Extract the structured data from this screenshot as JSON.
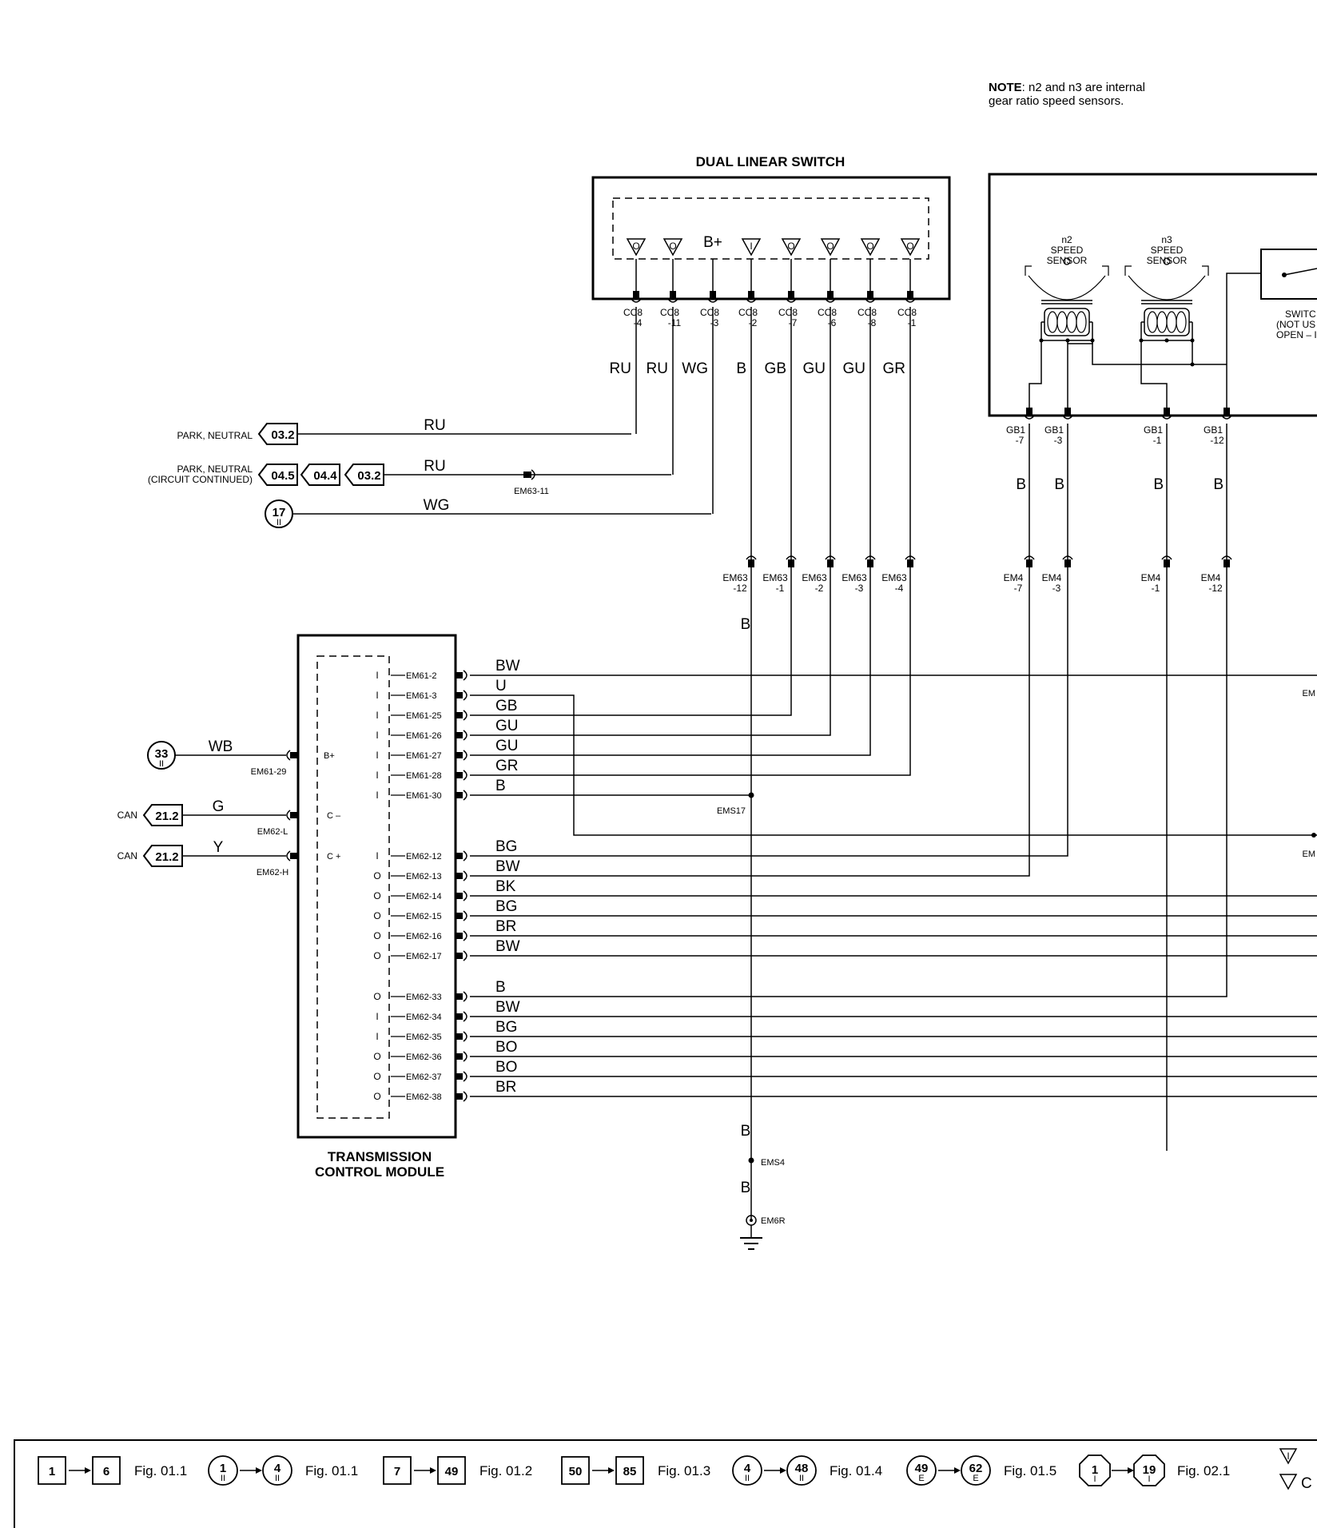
{
  "note": {
    "bold": "NOTE",
    "line1": ": n2 and n3 are internal",
    "line2": "gear ratio speed sensors."
  },
  "switch": {
    "title": "DUAL LINEAR SWITCH",
    "b_plus": "B+",
    "pin_symbols": [
      "O",
      "O",
      "B+",
      "I",
      "O",
      "O",
      "O",
      "O"
    ],
    "connectors": [
      {
        "a": "CC8",
        "b": "-4",
        "wire": "RU"
      },
      {
        "a": "CC8",
        "b": "-11",
        "wire": "RU"
      },
      {
        "a": "CC8",
        "b": "-3",
        "wire": "WG"
      },
      {
        "a": "CC8",
        "b": "-2",
        "wire": "B"
      },
      {
        "a": "CC8",
        "b": "-7",
        "wire": "GB"
      },
      {
        "a": "CC8",
        "b": "-6",
        "wire": "GU"
      },
      {
        "a": "CC8",
        "b": "-8",
        "wire": "GU"
      },
      {
        "a": "CC8",
        "b": "-1",
        "wire": "GR"
      }
    ]
  },
  "speed_sensors": {
    "n2": {
      "name": "n2",
      "l1": "SPEED",
      "l2": "SENSOR"
    },
    "n3": {
      "name": "n3",
      "l1": "SPEED",
      "l2": "SENSOR"
    },
    "switch_label": {
      "l1": "SWITC",
      "l2": "(NOT US",
      "l3": "OPEN – I"
    },
    "connectors": [
      {
        "a": "GB1",
        "b": "-7",
        "wire": "B"
      },
      {
        "a": "GB1",
        "b": "-3",
        "wire": "B"
      },
      {
        "a": "GB1",
        "b": "-1",
        "wire": "B"
      },
      {
        "a": "GB1",
        "b": "-12",
        "wire": "B"
      }
    ],
    "em4": [
      {
        "a": "EM4",
        "b": "-7"
      },
      {
        "a": "EM4",
        "b": "-3"
      },
      {
        "a": "EM4",
        "b": "-1"
      },
      {
        "a": "EM4",
        "b": "-12"
      }
    ]
  },
  "park_refs": {
    "row1": {
      "label": "PARK, NEUTRAL",
      "ref": "03.2",
      "wire": "RU"
    },
    "row2": {
      "label1": "PARK, NEUTRAL",
      "label2": "(CIRCUIT CONTINUED)",
      "refs": [
        "04.5",
        "04.4",
        "03.2"
      ],
      "wire": "RU",
      "splice": "EM63-11"
    },
    "row3": {
      "num": "17",
      "sub": "II",
      "wire": "WG"
    }
  },
  "em63": [
    {
      "a": "EM63",
      "b": "-12"
    },
    {
      "a": "EM63",
      "b": "-1"
    },
    {
      "a": "EM63",
      "b": "-2"
    },
    {
      "a": "EM63",
      "b": "-3"
    },
    {
      "a": "EM63",
      "b": "-4"
    }
  ],
  "b_wire_label": "B",
  "tcm": {
    "title1": "TRANSMISSION",
    "title2": "CONTROL MODULE",
    "power": {
      "num": "33",
      "sub": "II",
      "wire": "WB",
      "pin": "EM61-29",
      "label": "B+"
    },
    "can_low": {
      "label": "CAN",
      "ref": "21.2",
      "wire": "G",
      "pin": "EM62-L",
      "sym": "C –"
    },
    "can_high": {
      "label": "CAN",
      "ref": "21.2",
      "wire": "Y",
      "pin": "EM62-H",
      "sym": "C +"
    },
    "pins": [
      {
        "sym": "I",
        "pin": "EM61-2",
        "wire": "BW"
      },
      {
        "sym": "I",
        "pin": "EM61-3",
        "wire": "U"
      },
      {
        "sym": "I",
        "pin": "EM61-25",
        "wire": "GB"
      },
      {
        "sym": "I",
        "pin": "EM61-26",
        "wire": "GU"
      },
      {
        "sym": "I",
        "pin": "EM61-27",
        "wire": "GU"
      },
      {
        "sym": "I",
        "pin": "EM61-28",
        "wire": "GR"
      },
      {
        "sym": "I",
        "pin": "EM61-30",
        "wire": "B"
      },
      {
        "sym": "I",
        "pin": "EM62-12",
        "wire": "BG"
      },
      {
        "sym": "O",
        "pin": "EM62-13",
        "wire": "BW"
      },
      {
        "sym": "O",
        "pin": "EM62-14",
        "wire": "BK"
      },
      {
        "sym": "O",
        "pin": "EM62-15",
        "wire": "BG"
      },
      {
        "sym": "O",
        "pin": "EM62-16",
        "wire": "BR"
      },
      {
        "sym": "O",
        "pin": "EM62-17",
        "wire": "BW"
      },
      {
        "sym": "O",
        "pin": "EM62-33",
        "wire": "B"
      },
      {
        "sym": "I",
        "pin": "EM62-34",
        "wire": "BW"
      },
      {
        "sym": "I",
        "pin": "EM62-35",
        "wire": "BG"
      },
      {
        "sym": "O",
        "pin": "EM62-36",
        "wire": "BO"
      },
      {
        "sym": "O",
        "pin": "EM62-37",
        "wire": "BO"
      },
      {
        "sym": "O",
        "pin": "EM62-38",
        "wire": "BR"
      }
    ]
  },
  "splices": {
    "ems17": "EMS17",
    "ems4": "EMS4",
    "em6r": "EM6R",
    "em_right1": "EM",
    "em_right2": "EM"
  },
  "legend": [
    {
      "from": "1",
      "to": "6",
      "fig": "Fig. 01.1",
      "style": "square"
    },
    {
      "from": "1",
      "to": "4",
      "sub": "II",
      "fig": "Fig. 01.1",
      "style": "circle"
    },
    {
      "from": "7",
      "to": "49",
      "fig": "Fig. 01.2",
      "style": "square"
    },
    {
      "from": "50",
      "to": "85",
      "fig": "Fig. 01.3",
      "style": "square"
    },
    {
      "from": "4",
      "to": "48",
      "sub": "II",
      "fig": "Fig. 01.4",
      "style": "circle"
    },
    {
      "from": "49",
      "to": "62",
      "sub": "E",
      "fig": "Fig. 01.5",
      "style": "circle"
    },
    {
      "from": "1",
      "to": "19",
      "sub": "I",
      "fig": "Fig. 02.1",
      "style": "octagon"
    }
  ],
  "legend_tail": {
    "in": "I",
    "out": "C"
  }
}
